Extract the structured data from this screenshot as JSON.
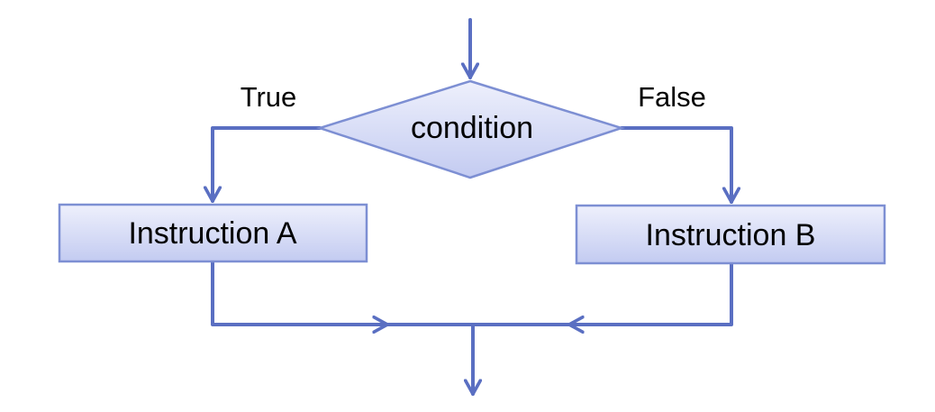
{
  "diagram": {
    "decision": {
      "label": "condition"
    },
    "branches": {
      "true_label": "True",
      "false_label": "False"
    },
    "instructions": {
      "a": "Instruction A",
      "b": "Instruction B"
    },
    "colors": {
      "line": "#5a6fc2",
      "shape_border": "#7d8fd3",
      "shape_fill_top": "#eef0fc",
      "shape_fill_bottom": "#c3cbf1"
    }
  }
}
